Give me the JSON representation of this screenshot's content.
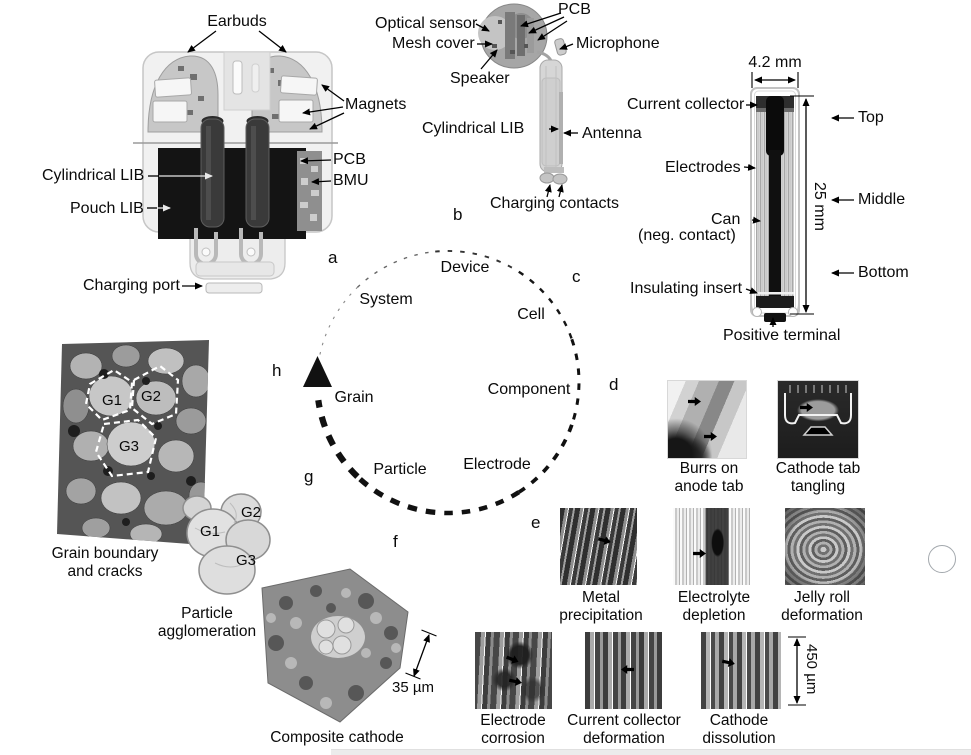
{
  "letters": {
    "a": "a",
    "b": "b",
    "c": "c",
    "d": "d",
    "e": "e",
    "f": "f",
    "g": "g",
    "h": "h"
  },
  "panels": {
    "a": {
      "earbuds": "Earbuds",
      "magnets": "Magnets",
      "pcb": "PCB",
      "bmu": "BMU",
      "cylindrical_lib": "Cylindrical LIB",
      "pouch_lib": "Pouch LIB",
      "charging_port": "Charging port"
    },
    "b": {
      "pcb": "PCB",
      "optical_sensor": "Optical sensor",
      "mesh_cover": "Mesh cover",
      "speaker": "Speaker",
      "microphone": "Microphone",
      "cylindrical_lib": "Cylindrical LIB",
      "antenna": "Antenna",
      "charging_contacts": "Charging contacts"
    },
    "c": {
      "diameter": "4.2 mm",
      "height": "25 mm",
      "current_collector": "Current collector",
      "electrodes": "Electrodes",
      "can": "Can",
      "can_sub": "(neg. contact)",
      "insulating_insert": "Insulating insert",
      "positive_terminal": "Positive terminal",
      "top": "Top",
      "middle": "Middle",
      "bottom": "Bottom"
    }
  },
  "cycle": {
    "device": "Device",
    "system": "System",
    "cell": "Cell",
    "component": "Component",
    "electrode": "Electrode",
    "particle": "Particle",
    "grain": "Grain"
  },
  "micro": {
    "grain": {
      "g1": "G1",
      "g2": "G2",
      "g3": "G3",
      "caption_line1": "Grain boundary",
      "caption_line2": "and cracks"
    },
    "particle": {
      "g1": "G1",
      "g2": "G2",
      "g3": "G3",
      "caption_line1": "Particle",
      "caption_line2": "agglomeration"
    },
    "cathode": {
      "caption": "Composite cathode",
      "scale": "35 µm"
    }
  },
  "defects": {
    "burrs": {
      "line1": "Burrs on",
      "line2": "anode tab"
    },
    "tangling": {
      "line1": "Cathode tab",
      "line2": "tangling"
    },
    "metal": {
      "line1": "Metal",
      "line2": "precipitation"
    },
    "electrolyte": {
      "line1": "Electrolyte",
      "line2": "depletion"
    },
    "jelly": {
      "line1": "Jelly roll",
      "line2": "deformation"
    },
    "corrosion": {
      "line1": "Electrode",
      "line2": "corrosion"
    },
    "collector": {
      "line1": "Current collector",
      "line2": "deformation"
    },
    "dissolution": {
      "line1": "Cathode",
      "line2": "dissolution"
    },
    "scale": "450 µm"
  }
}
